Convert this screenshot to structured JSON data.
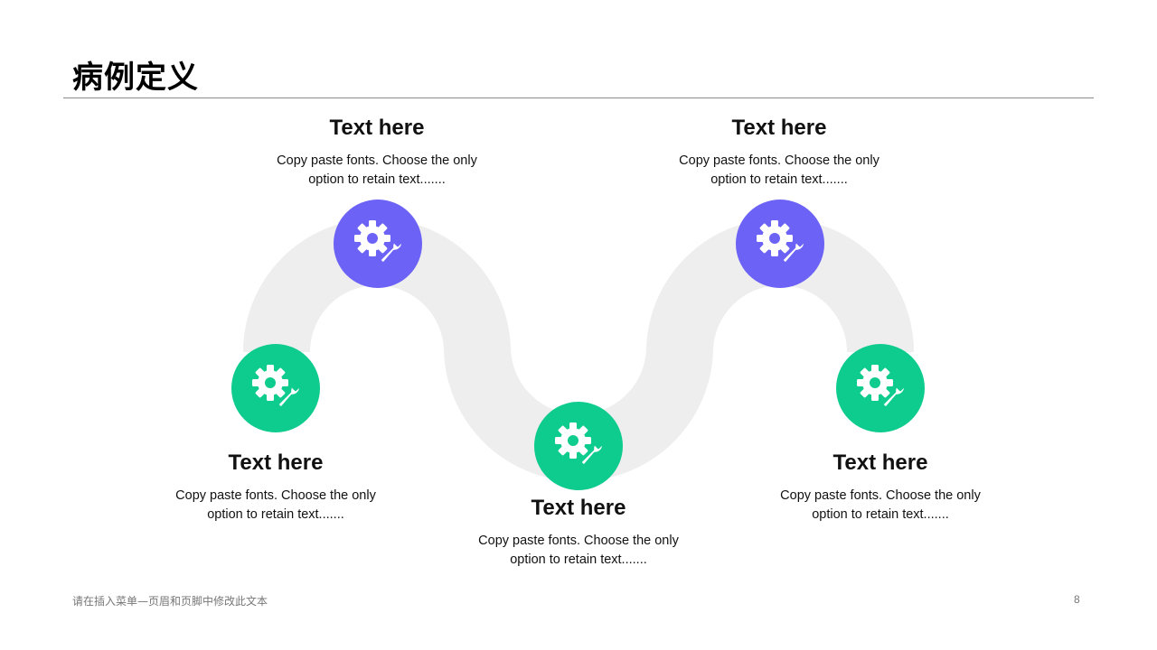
{
  "title": "病例定义",
  "colors": {
    "purple": "#6c63f6",
    "green": "#0ecb8e",
    "track": "#eeeeee"
  },
  "steps": [
    {
      "heading": "Text here",
      "body_line1": "Copy paste fonts. Choose the only",
      "body_line2": "option to retain text.......",
      "color": "green",
      "icon": "gear-wrench-icon"
    },
    {
      "heading": "Text here",
      "body_line1": "Copy paste fonts. Choose the only",
      "body_line2": "option to retain text.......",
      "color": "purple",
      "icon": "gear-wrench-icon"
    },
    {
      "heading": "Text here",
      "body_line1": "Copy paste fonts. Choose the only",
      "body_line2": "option to retain text.......",
      "color": "green",
      "icon": "gear-wrench-icon"
    },
    {
      "heading": "Text here",
      "body_line1": "Copy paste fonts. Choose the only",
      "body_line2": "option to retain text.......",
      "color": "purple",
      "icon": "gear-wrench-icon"
    },
    {
      "heading": "Text here",
      "body_line1": "Copy paste fonts. Choose the only",
      "body_line2": "option to retain text.......",
      "color": "green",
      "icon": "gear-wrench-icon"
    }
  ],
  "footer": {
    "text": "请在插入菜单—页眉和页脚中修改此文本",
    "page_number": "8"
  }
}
